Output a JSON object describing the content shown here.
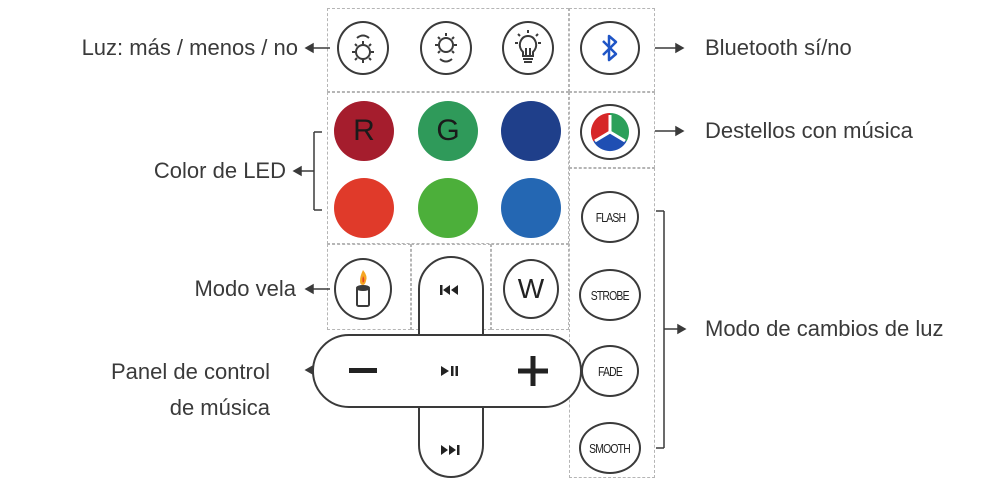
{
  "labels": {
    "light": "Luz: más / menos / no",
    "color": "Color de LED",
    "candle": "Modo vela",
    "music_line1": "Panel de control",
    "music_line2": "de música",
    "bluetooth": "Bluetooth sí/no",
    "flash_music": "Destellos con música",
    "light_modes": "Modo de cambios de luz"
  },
  "color_buttons": {
    "red": {
      "text": "R",
      "color": "#a51d2d"
    },
    "green": {
      "text": "G",
      "color": "#2f9a5a"
    },
    "blue": {
      "text": "",
      "color": "#1f3f8a"
    },
    "red2": {
      "text": "",
      "color": "#e03a2a"
    },
    "green2": {
      "text": "",
      "color": "#4caf3a"
    },
    "blue2": {
      "text": "",
      "color": "#2467b3"
    }
  },
  "white_button": "W",
  "mode_buttons": [
    "FLASH",
    "STROBE",
    "FADE",
    "SMOOTH"
  ],
  "icons": [
    "light-plus-icon",
    "light-minus-icon",
    "light-off-icon",
    "bluetooth-icon",
    "music-flash-icon",
    "candle-icon",
    "previous-icon",
    "play-pause-icon",
    "next-icon",
    "minus-icon",
    "plus-icon"
  ],
  "colors": {
    "outline": "#3a3a3a",
    "dash": "#b5b5b5",
    "bluetooth": "#1f55c6",
    "flame": "#f5a623"
  }
}
